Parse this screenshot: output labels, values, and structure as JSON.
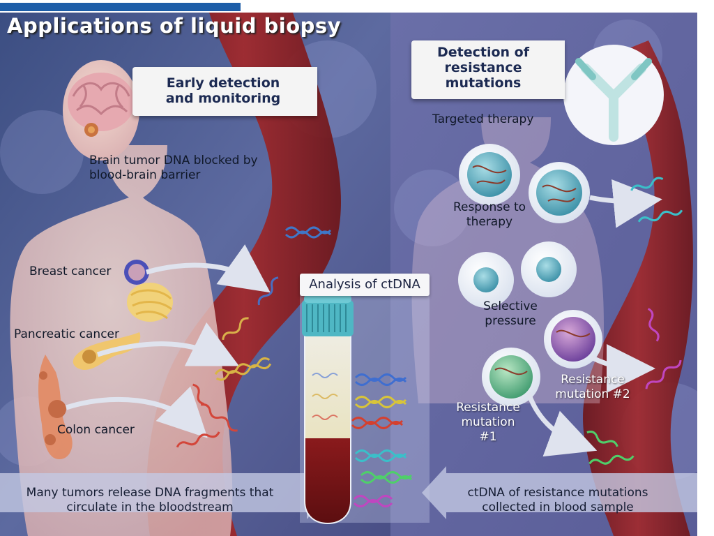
{
  "title": "Applications of liquid biopsy",
  "callouts": {
    "early": "Early detection and monitoring",
    "resistance": "Detection of resistance mutations"
  },
  "labels": {
    "brain": "Brain tumor DNA blocked by blood-brain barrier",
    "breast": "Breast cancer",
    "pancreatic": "Pancreatic cancer",
    "colon": "Colon cancer",
    "analysis": "Analysis of ctDNA",
    "targeted": "Targeted therapy",
    "response": "Response to therapy",
    "selective": "Selective pressure",
    "mut1": "Resistance mutation #1",
    "mut2": "Resistance mutation #2",
    "bottom_left": "Many tumors release DNA fragments that circulate in the bloodstream",
    "bottom_right": "ctDNA of resistance mutations collected in blood sample"
  },
  "colors": {
    "banner": "#1d5ea8",
    "vessel": "#8c1f22",
    "callout_text": "#1c2a52",
    "tube_cap": "#4fb7c4"
  },
  "icons": [
    "antibody-icon",
    "brain-icon",
    "test-tube-icon",
    "dna-icon",
    "tumor-cell-icon"
  ]
}
